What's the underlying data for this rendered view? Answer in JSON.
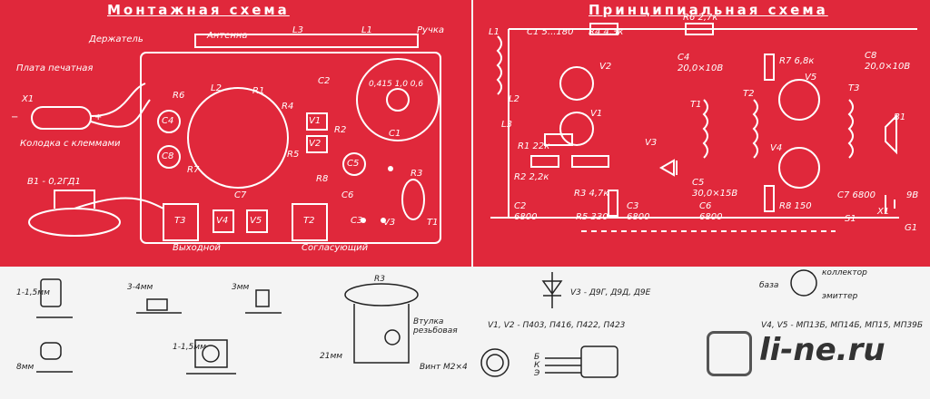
{
  "left": {
    "title": "Монтажная схема",
    "labels": {
      "holder": "Держатель",
      "antenna": "Антенна",
      "handle": "Ручка",
      "pcb": "Плата печатная",
      "terminal_block": "Колодка с клеммами",
      "speaker": "В1 - 0,2ГД1",
      "output": "Выходной",
      "matching": "Согласующий",
      "x1": "X1",
      "minus": "−",
      "plus": "+"
    },
    "components": [
      "L3",
      "L1",
      "L2",
      "R1",
      "C2",
      "C4",
      "R6",
      "R4",
      "V1",
      "V2",
      "R2",
      "C8",
      "R7",
      "R5",
      "R8",
      "C5",
      "C1",
      "R3",
      "C6",
      "C7",
      "T3",
      "V4",
      "V5",
      "T2",
      "C3",
      "V3",
      "T1"
    ],
    "tuner_scale": "0,415 1,0 0,6"
  },
  "right": {
    "title": "Принципиальная схема",
    "components": [
      "L1",
      "C1 5...180",
      "R4 4,3к",
      "R6 2,7к",
      "V2",
      "C4",
      "20,0×10В",
      "R7 6,8к",
      "C8",
      "20,0×10В",
      "V5",
      "T3",
      "B1",
      "L2",
      "L3",
      "R1 22к",
      "V1",
      "T1",
      "T2",
      "V3",
      "R2 2,2к",
      "C5",
      "30,0×15В",
      "V4",
      "C7 6800",
      "9В",
      "X1",
      "G1",
      "R3 4,7к",
      "C2",
      "6800",
      "R5 330",
      "C3",
      "6800",
      "C6",
      "6800",
      "R8 150",
      "S1"
    ]
  },
  "bottom_left": {
    "labels": [
      "1-1,5мм",
      "3-4мм",
      "3мм",
      "8мм",
      "1-1,5мм",
      "R3",
      "Втулка резьбовая",
      "Винт М2×4",
      "21мм"
    ]
  },
  "bottom_right": {
    "diode_label": "V3 - Д9Г, Д9Д, Д9Е",
    "transistor_labels": {
      "base": "база",
      "collector": "коллектор",
      "emitter": "эмиттер"
    },
    "v1v2": "V1, V2 - П403, П416, П422, П423",
    "v4v5": "V4, V5 - МП13Б, МП14Б, МП15, МП39Б",
    "pins": [
      "Б",
      "К",
      "Э"
    ]
  },
  "watermark": "li-ne.ru",
  "colors": {
    "red": "#e0283b",
    "white": "#ffffff",
    "ink": "#222222"
  }
}
